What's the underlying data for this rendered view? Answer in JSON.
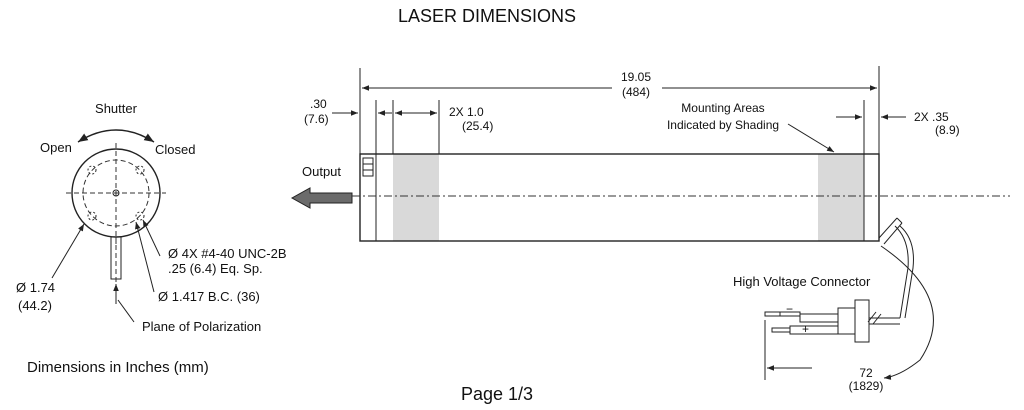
{
  "title": "LASER DIMENSIONS",
  "footer": {
    "units_note": "Dimensions in Inches (mm)",
    "page": "Page 1/3"
  },
  "end_view": {
    "shutter": "Shutter",
    "open": "Open",
    "closed": "Closed",
    "diameter_in": "Ø 1.74",
    "diameter_mm": "(44.2)",
    "holes_line1": "Ø 4X #4-40 UNC-2B",
    "holes_line2": ".25 (6.4) Eq. Sp.",
    "bolt_circle": "Ø 1.417  B.C. (36)",
    "polarization": "Plane of Polarization"
  },
  "side_view": {
    "output": "Output",
    "length_in": "19.05",
    "length_mm": "(484)",
    "offset_in": ".30",
    "offset_mm": "(7.6)",
    "mount_width_line1": "2X  1.0",
    "mount_width_mm": "(25.4)",
    "mounting_line1": "Mounting Areas",
    "mounting_line2": "Indicated by Shading",
    "end_offset_line1": "2X  .35",
    "end_offset_mm": "(8.9)",
    "hv_connector": "High Voltage Connector",
    "minus_sign": "−",
    "plus_sign": "+",
    "cable_in": "72",
    "cable_mm": "(1829)"
  }
}
